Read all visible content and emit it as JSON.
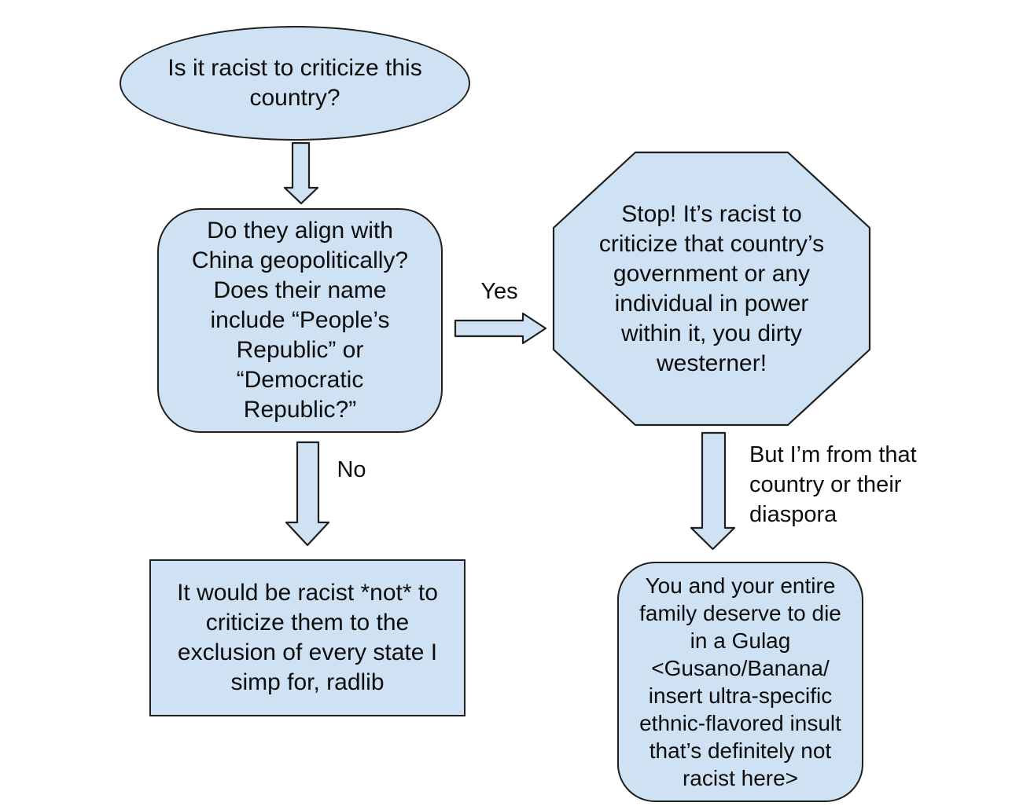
{
  "theme": {
    "canvas-bg": "#ffffff",
    "shape-fill": "#cfe2f3",
    "shape-stroke": "#1f1f1f",
    "text-color": "#0d0d0d"
  },
  "nodes": {
    "start": {
      "shape": "ellipse",
      "text": "Is it racist to criticize this\ncountry?"
    },
    "question": {
      "shape": "rounded-rectangle",
      "text": "Do they align with\nChina geopolitically?\nDoes their name\ninclude “People’s\nRepublic” or\n“Democratic\nRepublic?”"
    },
    "stop": {
      "shape": "octagon",
      "text": "Stop! It’s racist to\ncriticize that country’s\ngovernment or any\nindividual in power\nwithin it, you dirty\nwesterner!"
    },
    "radlib": {
      "shape": "rectangle",
      "text": "It would be racist *not* to\ncriticize them to the\nexclusion of every state I\nsimp for, radlib"
    },
    "gulag": {
      "shape": "rounded-rectangle",
      "text": "You and your entire\nfamily deserve to die\nin a Gulag\n<Gusano/Banana/\ninsert ultra-specific\nethnic-flavored insult\nthat’s definitely not\nracist here>"
    }
  },
  "edges": {
    "start_to_question": {
      "label": ""
    },
    "question_to_stop": {
      "label": "Yes"
    },
    "question_to_radlib": {
      "label": "No"
    },
    "stop_to_gulag": {
      "label": "But I’m from that\ncountry or their\ndiaspora"
    }
  }
}
